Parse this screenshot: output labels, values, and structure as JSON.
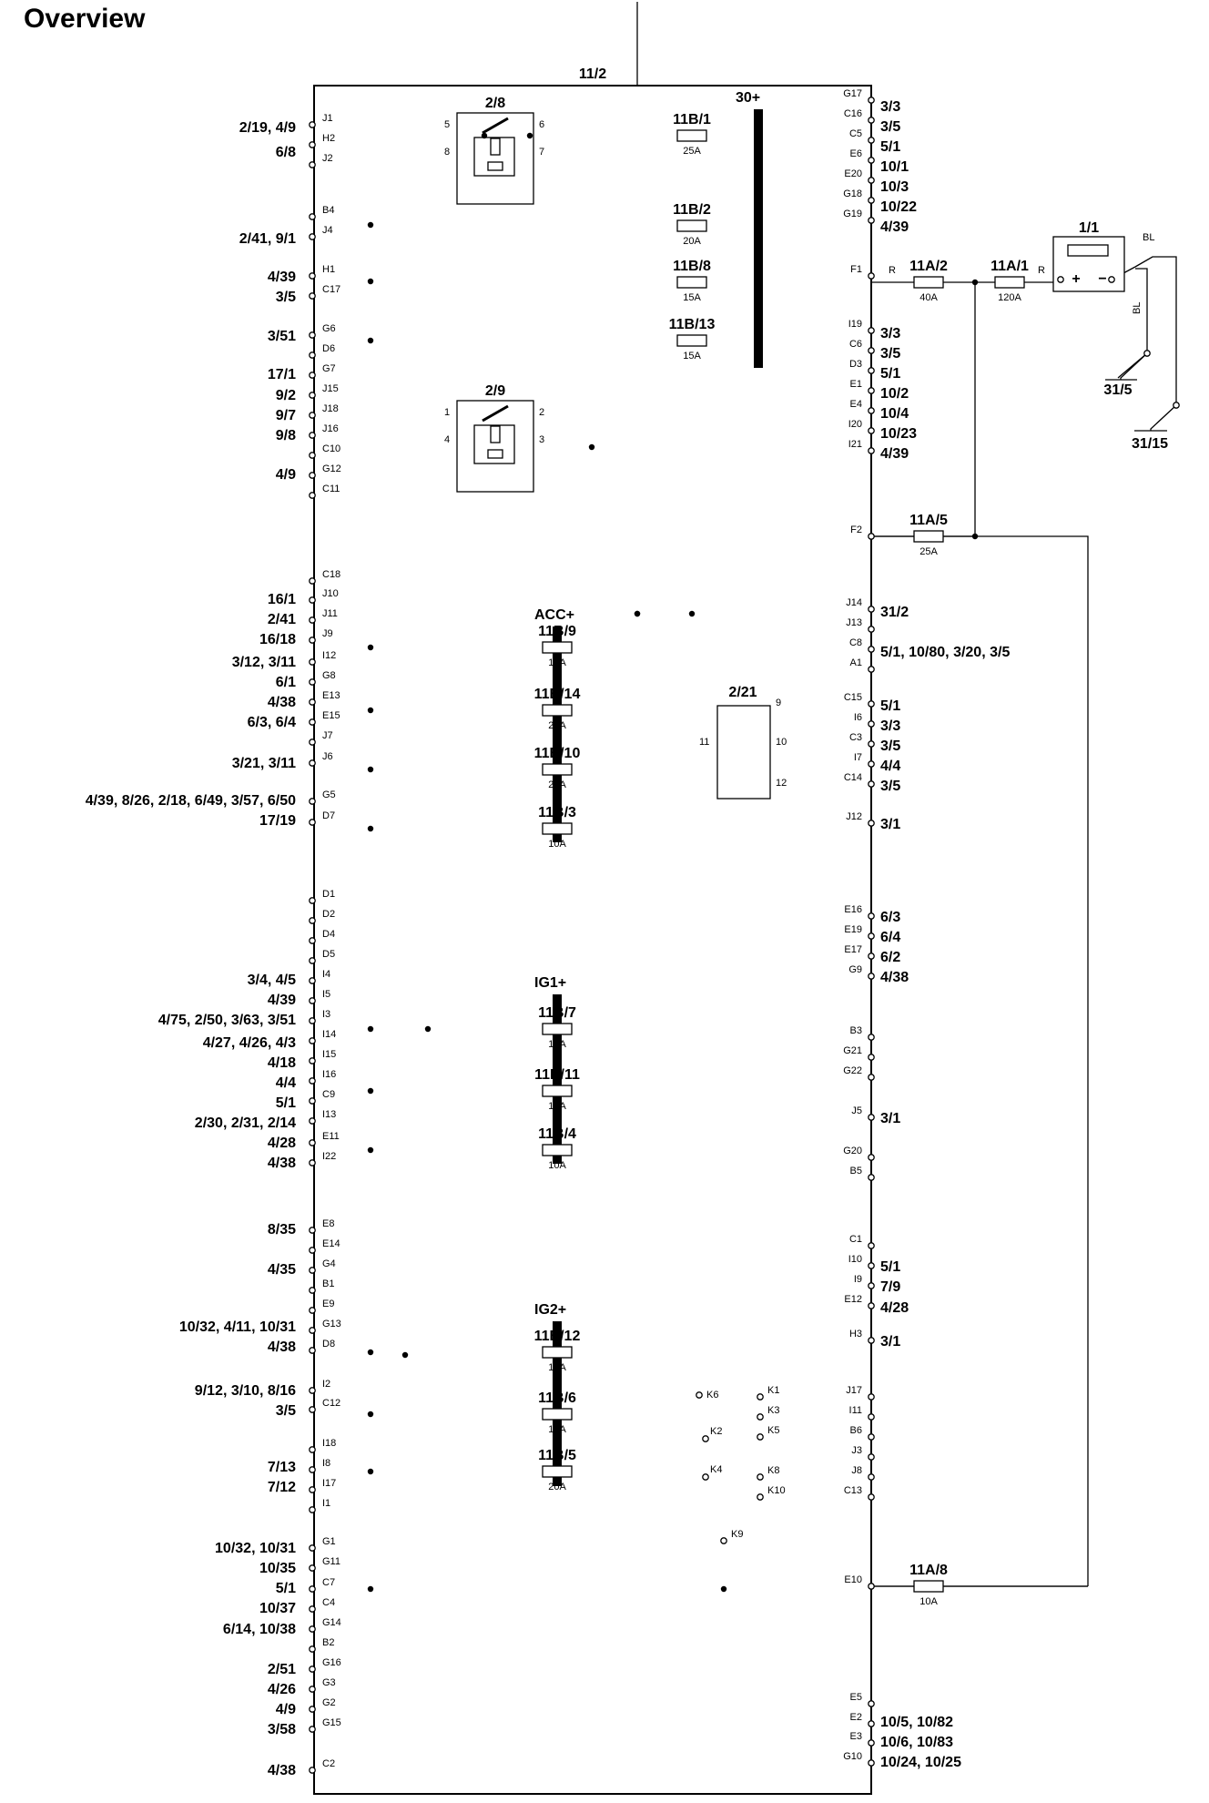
{
  "title": "Overview",
  "module": "11/2",
  "colors": {
    "line": "#000000",
    "background": "#ffffff"
  },
  "relays": [
    {
      "id": "2/8",
      "pins": [
        "5",
        "6",
        "8",
        "7"
      ]
    },
    {
      "id": "2/9",
      "pins": [
        "1",
        "2",
        "4",
        "3"
      ]
    }
  ],
  "timer": {
    "id": "2/21",
    "pins": [
      "9",
      "10",
      "11",
      "12"
    ]
  },
  "battery": {
    "id": "1/1",
    "plus": "+",
    "minus": "−",
    "ground_labels": [
      "31/5",
      "31/15"
    ],
    "wire_colors": [
      "R",
      "R",
      "BL",
      "BL"
    ]
  },
  "busbars": [
    "30+",
    "ACC+",
    "IG1+",
    "IG2+"
  ],
  "fuses": [
    {
      "id": "11B/1",
      "rating": "25A"
    },
    {
      "id": "11B/2",
      "rating": "20A"
    },
    {
      "id": "11B/8",
      "rating": "15A"
    },
    {
      "id": "11B/13",
      "rating": "15A"
    },
    {
      "id": "11A/2",
      "rating": "40A"
    },
    {
      "id": "11A/1",
      "rating": "120A"
    },
    {
      "id": "11A/5",
      "rating": "25A"
    },
    {
      "id": "11B/9",
      "rating": "15A"
    },
    {
      "id": "11B/14",
      "rating": "20A"
    },
    {
      "id": "11B/10",
      "rating": "20A"
    },
    {
      "id": "11B/3",
      "rating": "10A"
    },
    {
      "id": "11B/7",
      "rating": "10A"
    },
    {
      "id": "11B/11",
      "rating": "10A"
    },
    {
      "id": "11B/4",
      "rating": "10A"
    },
    {
      "id": "11B/12",
      "rating": "15A"
    },
    {
      "id": "11B/6",
      "rating": "15A"
    },
    {
      "id": "11B/5",
      "rating": "20A"
    },
    {
      "id": "11A/8",
      "rating": "10A"
    }
  ],
  "left_pins": [
    "J1",
    "H2",
    "J2",
    "B4",
    "J4",
    "H1",
    "C17",
    "G6",
    "D6",
    "G7",
    "J15",
    "J18",
    "J16",
    "C10",
    "G12",
    "C11",
    "C18",
    "J10",
    "J11",
    "J9",
    "I12",
    "G8",
    "E13",
    "E15",
    "J7",
    "J6",
    "G5",
    "D7",
    "D1",
    "D2",
    "D4",
    "D5",
    "I4",
    "I5",
    "I3",
    "I14",
    "I15",
    "I16",
    "C9",
    "I13",
    "E11",
    "I22",
    "E8",
    "E14",
    "G4",
    "B1",
    "E9",
    "G13",
    "D8",
    "I2",
    "C12",
    "I18",
    "I8",
    "I17",
    "I1",
    "G1",
    "G11",
    "C7",
    "C4",
    "G14",
    "B2",
    "G16",
    "G3",
    "G2",
    "G15",
    "C2"
  ],
  "left_refs": [
    "2/19, 4/9",
    "6/8",
    "2/41, 9/1",
    "4/39",
    "3/5",
    "3/51",
    "17/1",
    "9/2",
    "9/7",
    "9/8",
    "4/9",
    "16/1",
    "2/41",
    "16/18",
    "3/12, 3/11",
    "6/1",
    "4/38",
    "6/3, 6/4",
    "3/21, 3/11",
    "4/39, 8/26, 2/18, 6/49, 3/57, 6/50",
    "17/19",
    "3/4, 4/5",
    "4/39",
    "4/75, 2/50, 3/63, 3/51",
    "4/27, 4/26, 4/3",
    "4/18",
    "4/4",
    "5/1",
    "2/30, 2/31, 2/14",
    "4/28",
    "4/38",
    "8/35",
    "4/35",
    "10/32, 4/11, 10/31",
    "4/38",
    "9/12, 3/10, 8/16",
    "3/5",
    "7/13",
    "7/12",
    "10/32, 10/31",
    "10/35",
    "5/1",
    "10/37",
    "6/14, 10/38",
    "2/51",
    "4/26",
    "4/9",
    "3/58",
    "4/38"
  ],
  "right_pins": [
    "G17",
    "C16",
    "C5",
    "E6",
    "E20",
    "G18",
    "G19",
    "F1",
    "I19",
    "C6",
    "D3",
    "E1",
    "E4",
    "I20",
    "I21",
    "F2",
    "J14",
    "J13",
    "C8",
    "A1",
    "C15",
    "I6",
    "C3",
    "I7",
    "C14",
    "J12",
    "E16",
    "E19",
    "E17",
    "G9",
    "B3",
    "G21",
    "G22",
    "J5",
    "G20",
    "B5",
    "C1",
    "I10",
    "I9",
    "E12",
    "H3",
    "J17",
    "I11",
    "B6",
    "J3",
    "J8",
    "C13",
    "E10",
    "E5",
    "E2",
    "E3",
    "G10"
  ],
  "right_refs": [
    "3/3",
    "3/5",
    "5/1",
    "10/1",
    "10/3",
    "10/22",
    "4/39",
    "3/3",
    "3/5",
    "5/1",
    "10/2",
    "10/4",
    "10/23",
    "4/39",
    "31/2",
    "5/1, 10/80, 3/20, 3/5",
    "5/1",
    "3/3",
    "3/5",
    "4/4",
    "3/5",
    "3/1",
    "6/3",
    "6/4",
    "6/2",
    "4/38",
    "3/1",
    "5/1",
    "7/9",
    "4/28",
    "3/1",
    "10/5, 10/82",
    "10/6, 10/83",
    "10/24, 10/25"
  ],
  "k_points": [
    "K1",
    "K3",
    "K5",
    "K8",
    "K10",
    "K6",
    "K2",
    "K4",
    "K9"
  ]
}
